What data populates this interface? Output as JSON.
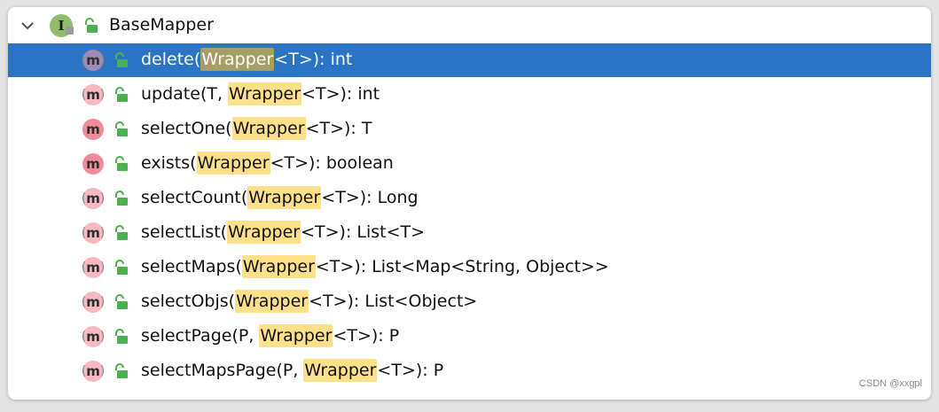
{
  "root": {
    "label": "BaseMapper",
    "icon": "interface-icon",
    "icon_letter": "I",
    "expanded": true
  },
  "methods": [
    {
      "name": "delete(",
      "params_before": "",
      "highlight": "Wrapper",
      "rest": "<T>): int",
      "selected": true,
      "abstract": true
    },
    {
      "name": "update(",
      "params_before": "T, ",
      "highlight": "Wrapper",
      "rest": "<T>): int",
      "selected": false,
      "abstract": true
    },
    {
      "name": "selectOne(",
      "params_before": "",
      "highlight": "Wrapper",
      "rest": "<T>): T",
      "selected": false,
      "abstract": false
    },
    {
      "name": "exists(",
      "params_before": "",
      "highlight": "Wrapper",
      "rest": "<T>): boolean",
      "selected": false,
      "abstract": false
    },
    {
      "name": "selectCount(",
      "params_before": "",
      "highlight": "Wrapper",
      "rest": "<T>): Long",
      "selected": false,
      "abstract": true
    },
    {
      "name": "selectList(",
      "params_before": "",
      "highlight": "Wrapper",
      "rest": "<T>): List<T>",
      "selected": false,
      "abstract": true
    },
    {
      "name": "selectMaps(",
      "params_before": "",
      "highlight": "Wrapper",
      "rest": "<T>): List<Map<String, Object>>",
      "selected": false,
      "abstract": true
    },
    {
      "name": "selectObjs(",
      "params_before": "",
      "highlight": "Wrapper",
      "rest": "<T>): List<Object>",
      "selected": false,
      "abstract": true
    },
    {
      "name": "selectPage(",
      "params_before": "P, ",
      "highlight": "Wrapper",
      "rest": "<T>): P",
      "selected": false,
      "abstract": true
    },
    {
      "name": "selectMapsPage(",
      "params_before": "P, ",
      "highlight": "Wrapper",
      "rest": "<T>): P",
      "selected": false,
      "abstract": true
    }
  ],
  "watermark": "CSDN @xxgpl",
  "colors": {
    "selection": "#2b74c4",
    "match_highlight": "#ffe08a",
    "method_icon": "#f08c99",
    "interface_icon": "#8fbd6b",
    "public_lock": "#4caf50"
  }
}
